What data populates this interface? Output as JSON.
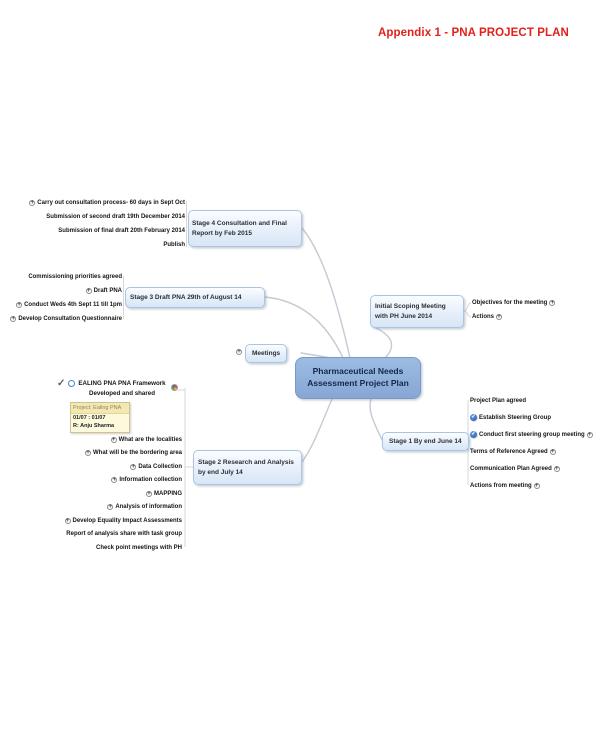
{
  "title": "Appendix 1 - PNA PROJECT PLAN",
  "colors": {
    "title_red": "#e3201b",
    "central_fill": "#8fb0da",
    "node_fill": "#e4eefa",
    "node_border": "#a9c5e3",
    "connector_gray": "#c5cad3",
    "tooltip_bg": "#fdf9dc",
    "check_blue": "#2f6fc4"
  },
  "icons": {
    "expand": "circled-plus (+)",
    "done": "blue-circle-check",
    "task_check": "gray-check",
    "clock": "blue-circle-outline",
    "status": "color-wheel"
  },
  "nodes": {
    "central": {
      "label": "Pharmaceutical Needs Assessment Project Plan"
    },
    "stage4": {
      "label": "Stage 4 Consultation and Final Report by Feb 2015"
    },
    "stage3": {
      "label": "Stage 3 Draft PNA 29th of August 14"
    },
    "scoping": {
      "label": "Initial Scoping Meeting with PH June 2014"
    },
    "meetings": {
      "label": "Meetings"
    },
    "stage2": {
      "label": "Stage 2 Research and Analysis by end July 14"
    },
    "stage1": {
      "label": "Stage 1 By end June 14"
    }
  },
  "branches": {
    "stage4": {
      "items": [
        {
          "label": "Carry out consultation process- 60 days in Sept Oct"
        },
        {
          "label": "Submission of second draft 19th December 2014"
        },
        {
          "label": "Submission of final draft 20th February 2014"
        },
        {
          "label": "Publish"
        }
      ]
    },
    "stage3": {
      "items": [
        {
          "label": "Commissioning priorities agreed"
        },
        {
          "label": "Draft PNA"
        },
        {
          "label": "Conduct Weds 4th Sept 11 till 1pm"
        },
        {
          "label": "Develop Consultation Questionnaire"
        }
      ]
    },
    "scoping": {
      "items": [
        {
          "label": "Objectives for the meeting"
        },
        {
          "label": "Actions"
        }
      ]
    },
    "stage1": {
      "items": [
        {
          "label": "Project Plan agreed"
        },
        {
          "label": "Establish Steering Group"
        },
        {
          "label": "Conduct first steering group meeting"
        },
        {
          "label": "Terms of Reference Agreed"
        },
        {
          "label": "Communication Plan Agreed"
        },
        {
          "label": "Actions from meeting"
        }
      ]
    },
    "stage2": {
      "items": [
        {
          "label": "What are the localities"
        },
        {
          "label": "What will be the bordering area"
        },
        {
          "label": "Data Collection"
        },
        {
          "label": "Information collection"
        },
        {
          "label": "MAPPING"
        },
        {
          "label": "Analysis of information"
        },
        {
          "label": "Develop Equality Impact Assessments"
        },
        {
          "label": "Report of analysis share with task group"
        },
        {
          "label": "Check point meetings with PH"
        }
      ]
    }
  },
  "framework": {
    "line1": "EALING PNA PNA Framework",
    "line2": "Developed and shared"
  },
  "tooltip": {
    "title": "Project: Ealing PNA",
    "dates": "01/07 : 01/07",
    "owner": "R: Anju Sharma"
  }
}
